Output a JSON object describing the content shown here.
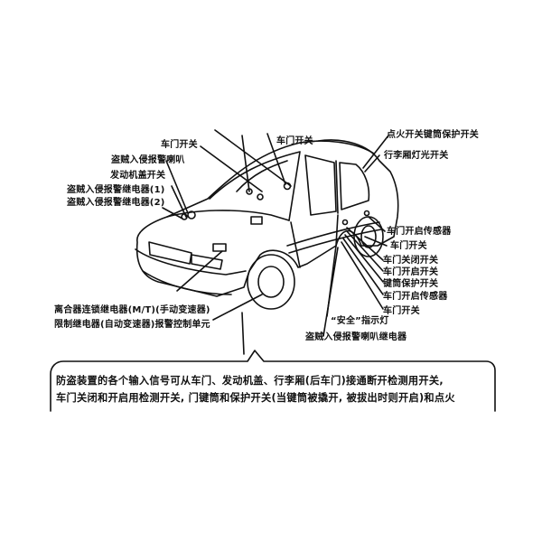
{
  "labels": {
    "door_switch_left": "车门开关",
    "door_switch_top": "车门开关",
    "ignition_key_switch": "点火开关键筒保护开关",
    "theft_horn": "盗贼入侵报警喇叭",
    "trunk_light_switch": "行李厢灯光开关",
    "hood_switch": "发动机盖开关",
    "theft_relay_1": "盗贼入侵报警继电器(1)",
    "theft_relay_2": "盗贼入侵报警继电器(2)",
    "door_open_sensor_1": "车门开启传感器",
    "door_switch_right": "车门开关",
    "door_close_switch": "车门关闭开关",
    "door_open_switch": "车门开启开关",
    "key_protect_switch": "键筒保护开关",
    "door_open_sensor_2": "车门开启传感器",
    "door_switch_bottom": "车门开关",
    "clutch_relay": "离合器连锁继电器(M/T)(手动变速器)",
    "limit_relay": "限制继电器(自动变速器)报警控制单元",
    "security_lamp": "“安全”指示灯",
    "horn_relay": "盗贼入侵报警喇叭继电器"
  },
  "caption": {
    "line1": "防盗装置的各个输入信号可从车门、发动机盖、行李厢(后车门)接通断开检测用开关,",
    "line2": "车门关闭和开启用检测开关, 门键筒和保护开关(当键筒被撬开, 被拔出时则开启)和点火"
  }
}
